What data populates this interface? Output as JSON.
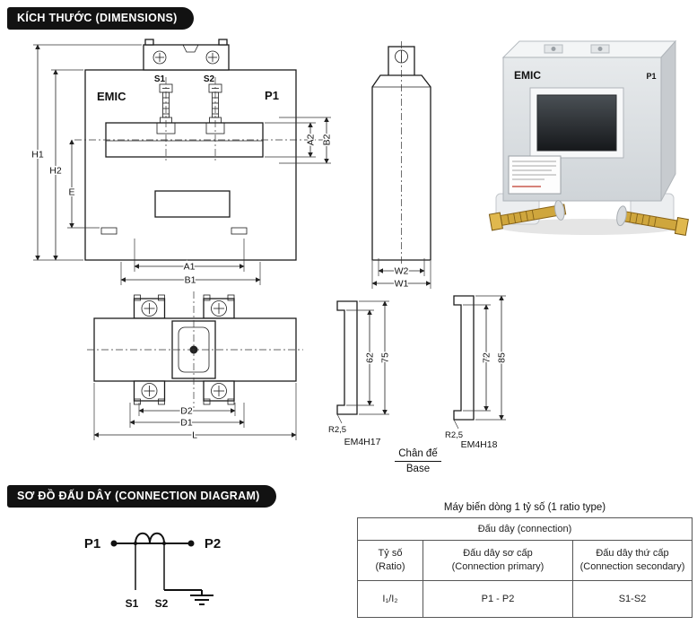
{
  "colors": {
    "badge_bg": "#121212",
    "line": "#1c1c1c",
    "brass": "#b8892f"
  },
  "sections": {
    "dimensions_title": "KÍCH THƯỚC (DIMENSIONS)",
    "connection_title": "SƠ ĐỒ ĐẤU DÂY (CONNECTION DIAGRAM)"
  },
  "front_view": {
    "brand": "EMIC",
    "s1": "S1",
    "s2": "S2",
    "p1": "P1",
    "h1": "H1",
    "h2": "H2",
    "e": "E",
    "a2": "A2",
    "b2": "B2",
    "a1": "A1",
    "b1": "B1"
  },
  "side_view": {
    "w2": "W2",
    "w1": "W1"
  },
  "bottom_view": {
    "d2": "D2",
    "d1": "D1",
    "l": "L"
  },
  "bases": {
    "caption_vi": "Chân đế",
    "caption_en": "Base",
    "em4h17": {
      "name": "EM4H17",
      "inner": "62",
      "outer": "75",
      "radius": "R2,5"
    },
    "em4h18": {
      "name": "EM4H18",
      "inner": "72",
      "outer": "85",
      "radius": "R2,5"
    }
  },
  "photo": {
    "brand": "EMIC",
    "p1": "P1"
  },
  "circuit": {
    "p1": "P1",
    "p2": "P2",
    "s1": "S1",
    "s2": "S2"
  },
  "table": {
    "title": "Máy biến dòng 1 tỷ số (1 ratio type)",
    "header": "Đấu dây (connection)",
    "col1_l1": "Tỷ số",
    "col1_l2": "(Ratio)",
    "col2_l1": "Đấu dây sơ cấp",
    "col2_l2": "(Connection primary)",
    "col3_l1": "Đấu dây thứ cấp",
    "col3_l2": "(Connection secondary)",
    "row": {
      "ratio": "I₁/I₂",
      "primary": "P1 - P2",
      "secondary": "S1-S2"
    }
  }
}
